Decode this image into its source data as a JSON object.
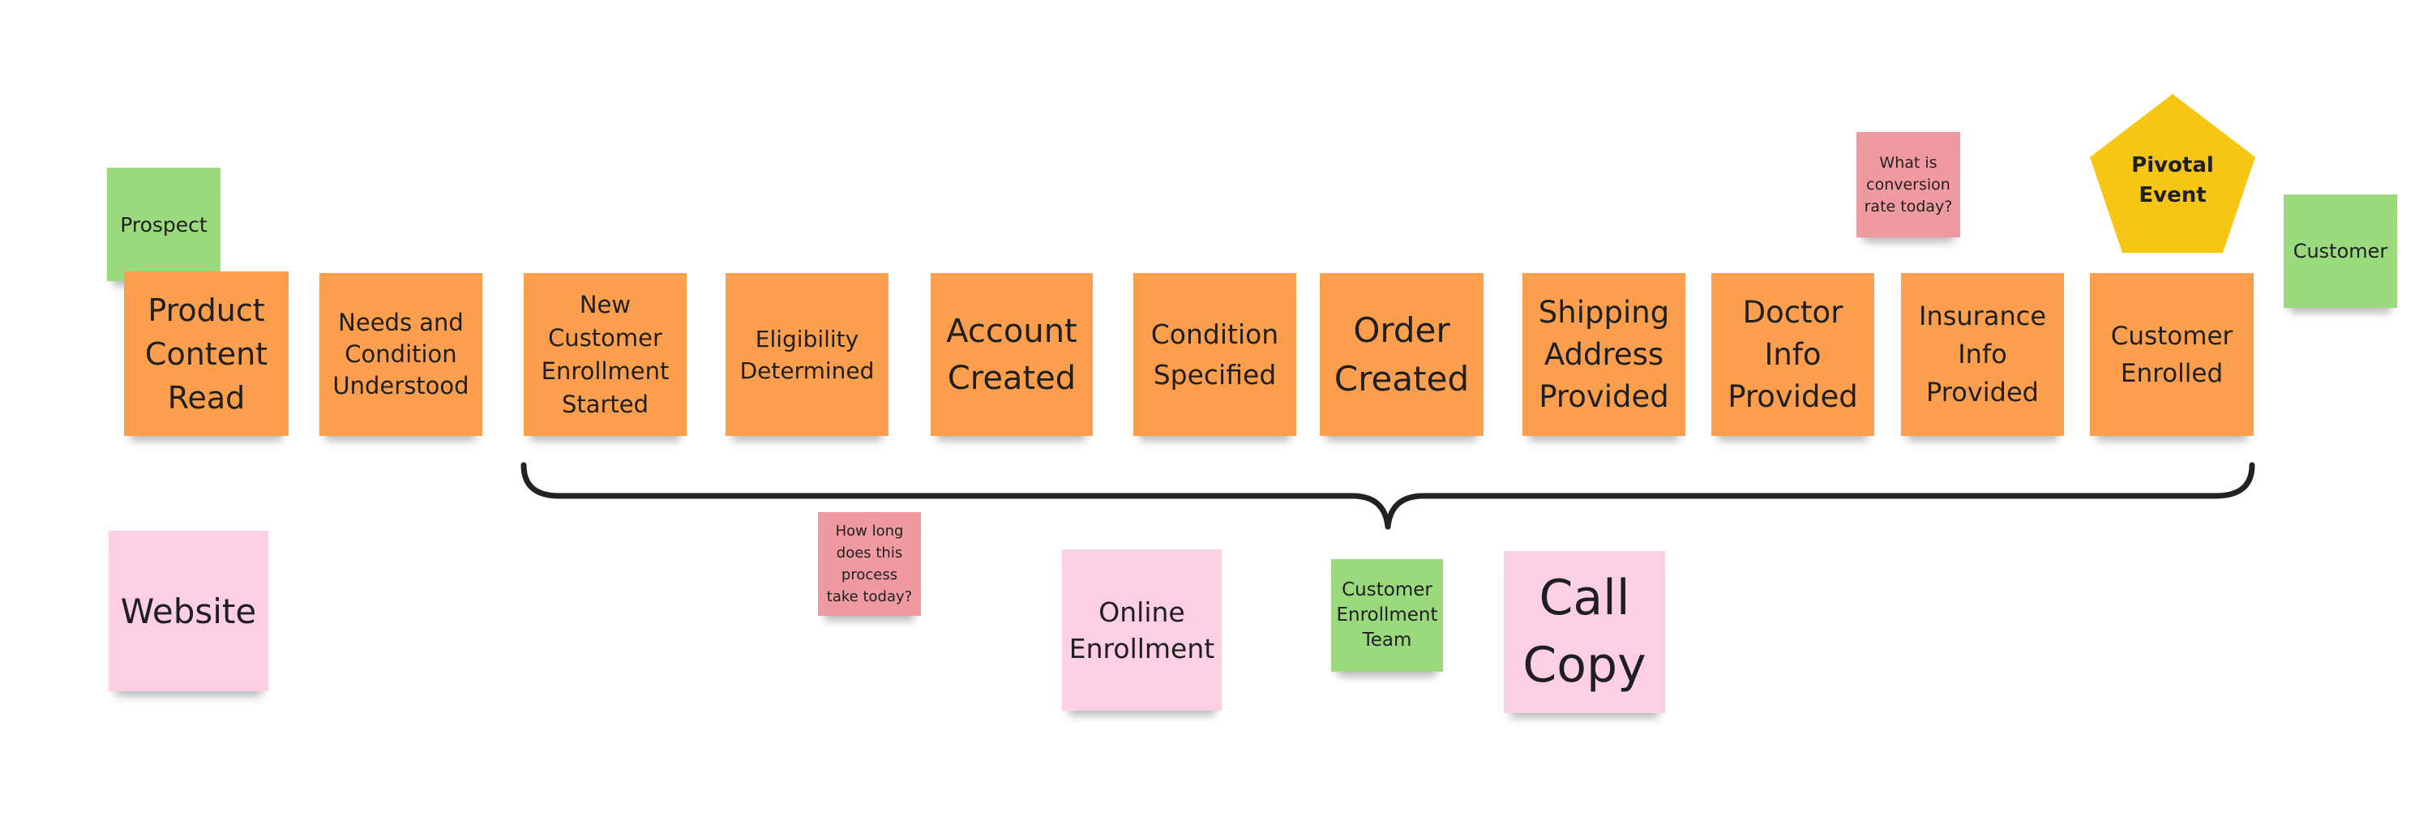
{
  "stickies": {
    "prospect": "Prospect",
    "product_content_read": "Product\nContent\nRead",
    "needs_condition": "Needs and\nCondition\nUnderstood",
    "new_enrollment": "New\nCustomer\nEnrollment\nStarted",
    "eligibility": "Eligibility\nDetermined",
    "account_created": "Account\nCreated",
    "condition_specified": "Condition\nSpecified",
    "order_created": "Order\nCreated",
    "shipping_address": "Shipping\nAddress\nProvided",
    "doctor_info": "Doctor\nInfo\nProvided",
    "insurance_info": "Insurance\nInfo\nProvided",
    "customer_enrolled": "Customer\nEnrolled",
    "customer": "Customer",
    "conversion_question": "What is\nconversion\nrate today?",
    "pivotal_event": "Pivotal\nEvent",
    "website": "Website",
    "how_long_question": "How long\ndoes this\nprocess\ntake today?",
    "online_enrollment": "Online\nEnrollment",
    "customer_enrollment_team": "Customer\nEnrollment\nTeam",
    "call_copy": "Call\nCopy"
  },
  "colors": {
    "event": "#fb9f4f",
    "actor": "#9ad97e",
    "system": "#fccfe3",
    "question": "#ef9aa1",
    "pivotal": "#f7c614",
    "brace": "#222222"
  }
}
